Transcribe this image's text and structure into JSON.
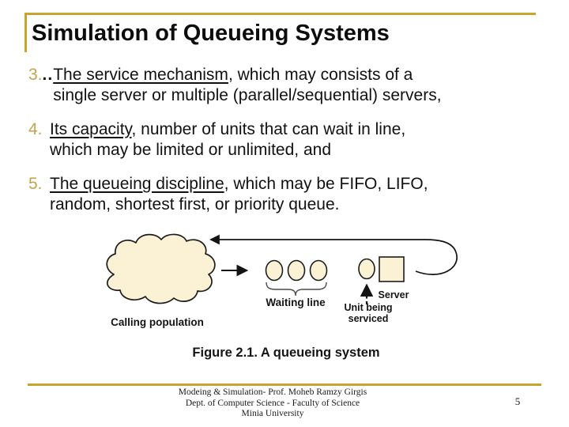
{
  "slide": {
    "title": "Simulation of Queueing Systems",
    "page_number": "5"
  },
  "list": {
    "items": [
      {
        "number": "3.",
        "dots": "..",
        "line1_underlined": "The service mechanism",
        "line1_rest": ", which may consists of a",
        "line2": "single server or multiple (parallel/sequential) servers,"
      },
      {
        "number": "4.",
        "dots": "",
        "line1_underlined": "Its capacity",
        "line1_rest": ", number of units that can wait in line,",
        "line2": "which may be limited or unlimited, and"
      },
      {
        "number": "5.",
        "dots": "",
        "line1_underlined": "The queueing discipline",
        "line1_rest": ", which may be FIFO, LIFO,",
        "line2": "random, shortest first, or priority queue."
      }
    ]
  },
  "figure": {
    "caption": "Figure 2.1. A queueing system",
    "labels": {
      "calling_population": "Calling population",
      "waiting_line": "Waiting line",
      "unit_being_line1": "Unit being",
      "unit_being_line2": "serviced",
      "server": "Server"
    },
    "shape_fill": "#FBF2D6"
  },
  "footer": {
    "line1": "Modeing & Simulation- Prof. Moheb Ramzy Girgis",
    "line2": "Dept. of Computer Science - Faculty of Science",
    "line3": "Minia University"
  },
  "colors": {
    "accent_gold": "#C8A42F",
    "number_gold": "#C2A44B"
  }
}
